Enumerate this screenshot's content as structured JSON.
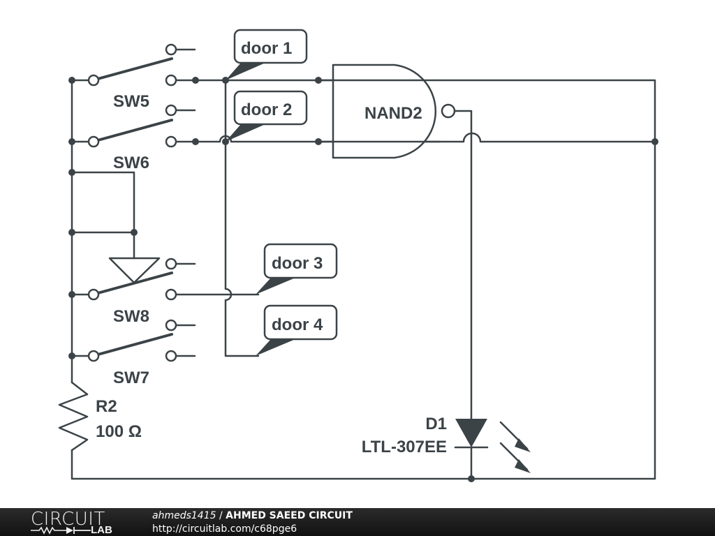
{
  "schematic": {
    "switches": [
      {
        "id": "sw5",
        "label": "SW5"
      },
      {
        "id": "sw6",
        "label": "SW6"
      },
      {
        "id": "sw8",
        "label": "SW8"
      },
      {
        "id": "sw7",
        "label": "SW7"
      }
    ],
    "net_tags": [
      {
        "id": "door1",
        "label": "door 1"
      },
      {
        "id": "door2",
        "label": "door 2"
      },
      {
        "id": "door3",
        "label": "door 3"
      },
      {
        "id": "door4",
        "label": "door 4"
      }
    ],
    "gate": {
      "label": "NAND2"
    },
    "resistor": {
      "name": "R2",
      "value": "100 Ω"
    },
    "led": {
      "name": "D1",
      "part": "LTL-307EE"
    },
    "colors": {
      "ink": "#3b4347",
      "background": "#ffffff"
    }
  },
  "footer": {
    "logo_top": "CIRCUIT",
    "logo_bottom": "LAB",
    "user": "ahmeds1415",
    "separator": " / ",
    "title": "AHMED SAEED CIRCUIT",
    "url": "http://circuitlab.com/c68pge6"
  }
}
